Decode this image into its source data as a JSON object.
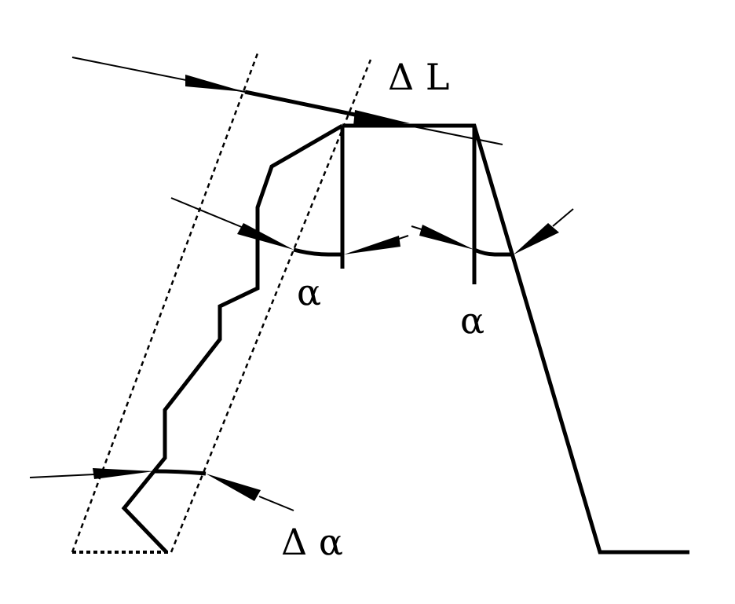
{
  "diagram": {
    "labels": {
      "delta_l": "Δ L",
      "alpha_left": "α",
      "alpha_right": "α",
      "delta_alpha": "Δ α"
    },
    "colors": {
      "stroke": "#000000",
      "background": "#ffffff"
    }
  }
}
